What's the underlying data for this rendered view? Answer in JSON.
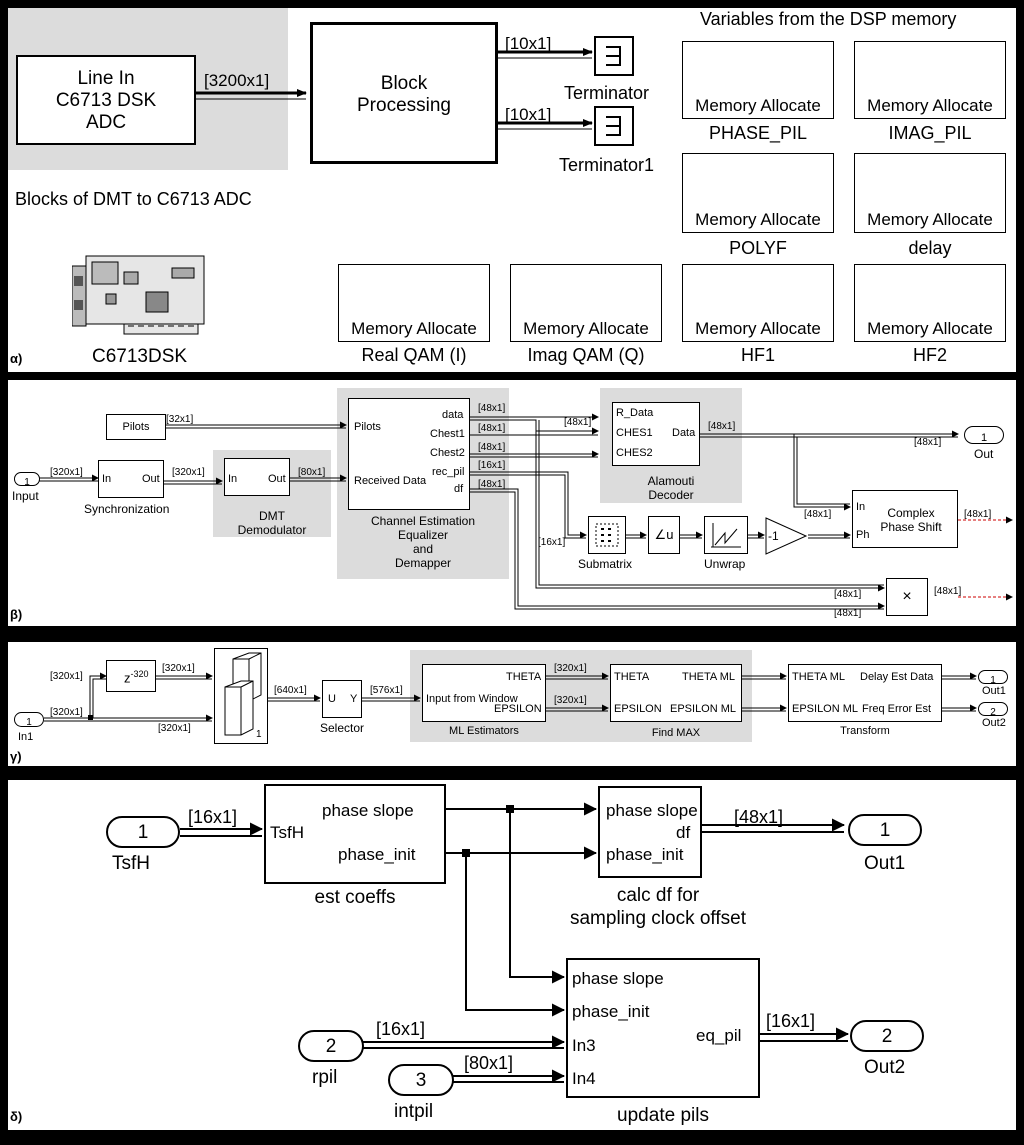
{
  "panel_a": {
    "tag": "α)",
    "line_in": "Line In\nC6713 DSK\nADC",
    "adc_signal": "[3200x1]",
    "block_processing": "Block\nProcessing",
    "out_signal_1": "[10x1]",
    "out_signal_2": "[10x1]",
    "terminator_1": "Terminator",
    "terminator_2": "Terminator1",
    "caption": "Blocks of DMT to C6713 ADC",
    "dsk_label": "C6713DSK",
    "variables_title": "Variables from the DSP memory",
    "memory_block_text": "Memory Allocate",
    "memory_blocks": [
      "PHASE_PIL",
      "IMAG_PIL",
      "POLYF",
      "delay",
      "Real QAM (I)",
      "Imag QAM (Q)",
      "HF1",
      "HF2"
    ]
  },
  "panel_b": {
    "tag": "β)",
    "pilots_block": "Pilots",
    "pilots_sig": "[32x1]",
    "input_port_num": "1",
    "input_label": "Input",
    "sig_320_a": "[320x1]",
    "sync_in": "In",
    "sync_out": "Out",
    "sync_label": "Synchronization",
    "sig_320_b": "[320x1]",
    "demod_in": "In",
    "demod_out": "Out",
    "demod_label": "DMT\nDemodulator",
    "sig_80": "[80x1]",
    "ce_pilots": "Pilots",
    "ce_received": "Received Data",
    "ce_data": "data",
    "ce_chest1": "Chest1",
    "ce_chest2": "Chest2",
    "ce_rec_pil": "rec_pil",
    "ce_df": "df",
    "ce_label": "Channel Estimation\nEqualizer\nand\nDemapper",
    "sig_48_data": "[48x1]",
    "sig_48_chest1": "[48x1]",
    "sig_48_chest2": "[48x1]",
    "sig_16": "[16x1]",
    "sig_48_df": "[48x1]",
    "sig_48_r": "[48x1]",
    "alam_r": "R_Data",
    "alam_c1": "CHES1",
    "alam_c2": "CHES2",
    "alam_data": "Data",
    "alam_label": "Alamouti\nDecoder",
    "sig_48_out_a": "[48x1]",
    "sig_48_out_b": "[48x1]",
    "out_port_num": "1",
    "out_label": "Out",
    "sig_16_sub": "[16x1]",
    "submatrix_label": "Submatrix",
    "angle_symbol": "∠u",
    "unwrap_label": "Unwrap",
    "gain_value": "-1",
    "sig_48_cps": "[48x1]",
    "cps_in": "In",
    "cps_ph": "Ph",
    "cps_label": "Complex\nPhase Shift",
    "sig_48_cps_out": "[48x1]",
    "sig_48_mul_a": "[48x1]",
    "sig_48_mul_b": "[48x1]",
    "mul_symbol": "×",
    "sig_48_mul_out": "[48x1]"
  },
  "panel_g": {
    "tag": "γ)",
    "in_num": "1",
    "in_label": "In1",
    "sig_320_a": "[320x1]",
    "sig_320_b": "[320x1]",
    "delay_base": "z",
    "delay_exp": "-320",
    "sig_320_c": "[320x1]",
    "sig_320_d": "[320x1]",
    "concat_num": "1",
    "sig_640": "[640x1]",
    "sel_u": "U",
    "sel_y": "Y",
    "sel_label": "Selector",
    "sig_576": "[576x1]",
    "ml_input": "Input  from  Window",
    "ml_theta": "THETA",
    "ml_eps": "EPSILON",
    "ml_label": "ML Estimators",
    "sig_320_e": "[320x1]",
    "sig_320_f": "[320x1]",
    "fm_theta": "THETA",
    "fm_theta_ml": "THETA ML",
    "fm_eps": "EPSILON",
    "fm_eps_ml": "EPSILON ML",
    "fm_label": "Find MAX",
    "tr_theta_ml": "THETA ML",
    "tr_delay": "Delay Est Data",
    "tr_eps_ml": "EPSILON ML",
    "tr_freq": "Freq Error Est",
    "tr_label": "Transform",
    "out1_num": "1",
    "out1_label": "Out1",
    "out2_num": "2",
    "out2_label": "Out2"
  },
  "panel_d": {
    "tag": "δ)",
    "tsfh_num": "1",
    "tsfh_label": "TsfH",
    "sig_16_a": "[16x1]",
    "est_in": "TsfH",
    "est_slope": "phase slope",
    "est_init": "phase_init",
    "est_label": "est coeffs",
    "calc_slope": "phase slope",
    "calc_df": "df",
    "calc_init": "phase_init",
    "calc_label": "calc df for\nsampling clock offset",
    "sig_48": "[48x1]",
    "out1_num": "1",
    "out1_label": "Out1",
    "upd_slope": "phase slope",
    "upd_init": "phase_init",
    "upd_in3": "In3",
    "upd_in4": "In4",
    "upd_eq": "eq_pil",
    "upd_label": "update pils",
    "rpil_num": "2",
    "rpil_label": "rpil",
    "sig_16_b": "[16x1]",
    "intpil_num": "3",
    "intpil_label": "intpil",
    "sig_80": "[80x1]",
    "sig_16_c": "[16x1]",
    "out2_num": "2",
    "out2_label": "Out2"
  }
}
